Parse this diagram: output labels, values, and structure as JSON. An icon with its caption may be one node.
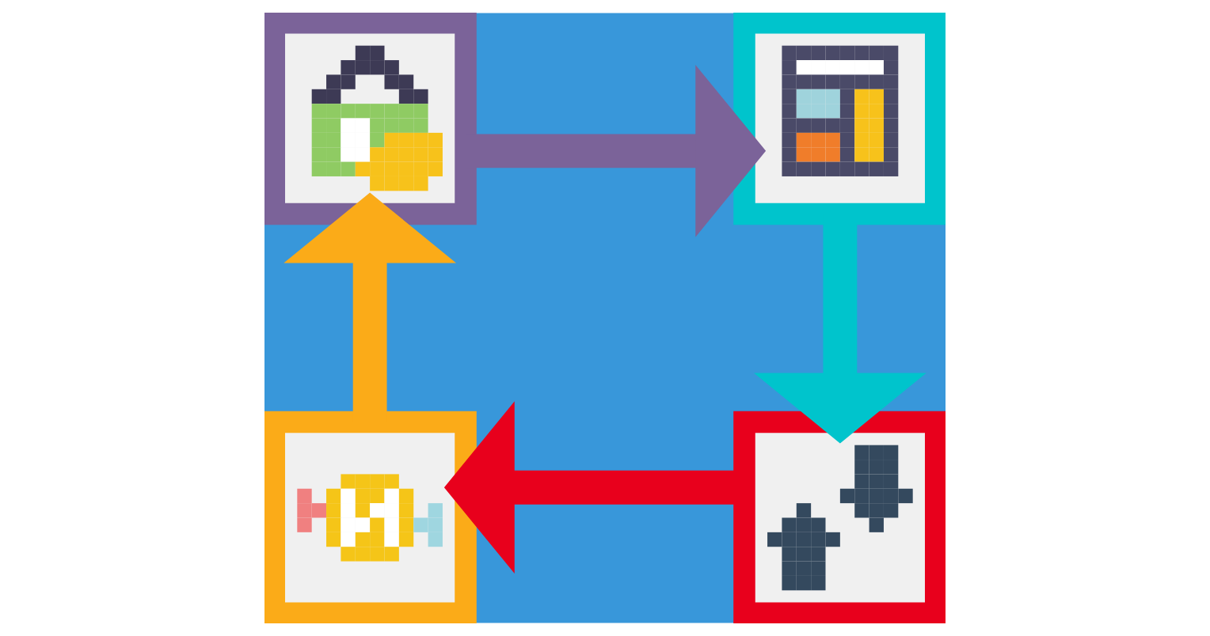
{
  "diagram": {
    "nodes": [
      {
        "text": [],
        "shape": "picture"
      },
      {
        "text": [],
        "shape": "picture"
      },
      {
        "text": [],
        "shape": "picture"
      },
      {
        "text": [],
        "shape": "picture"
      }
    ],
    "edges": [
      {
        "from": 3,
        "to": 0,
        "arrow": "to",
        "color": "#fbab18"
      },
      {
        "from": 0,
        "to": 1,
        "arrow": "to",
        "color": "#7b6399"
      },
      {
        "from": 1,
        "to": 2,
        "arrow": "to",
        "color": "#00c4cc"
      },
      {
        "from": 2,
        "to": 3,
        "arrow": "to",
        "color": "#e8001c"
      }
    ]
  }
}
